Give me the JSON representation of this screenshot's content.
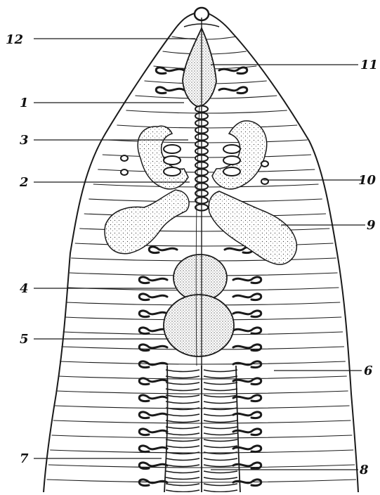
{
  "figure": {
    "labels": {
      "l1": "1",
      "l2": "2",
      "l3": "3",
      "l4": "4",
      "l5": "5",
      "l6": "6",
      "l7": "7",
      "l8": "8",
      "l9": "9",
      "l10": "10",
      "l11": "11",
      "l12": "12"
    },
    "ink_color": "#1a1a1a",
    "paper_color": "#ffffff"
  }
}
